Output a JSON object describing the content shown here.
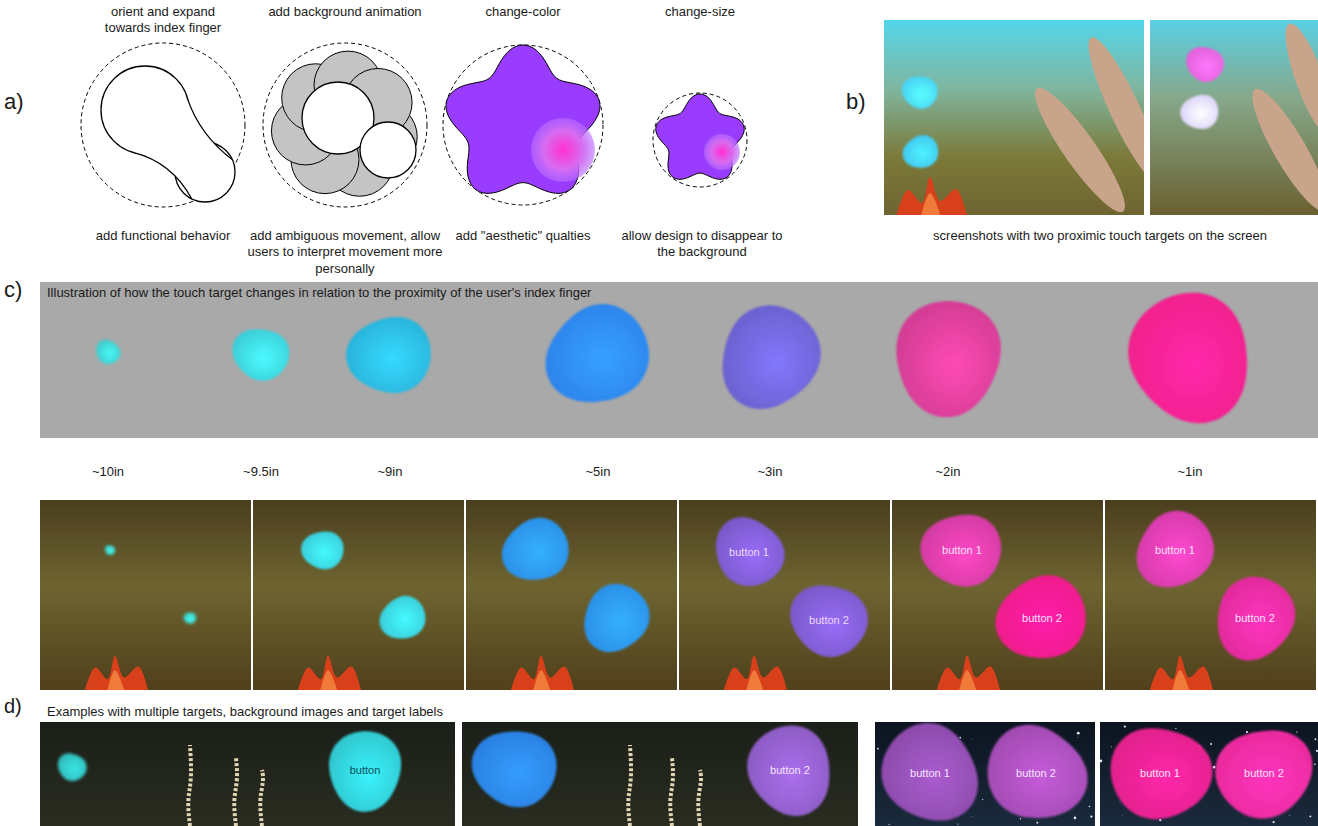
{
  "diagram": {
    "nodes": [
      {
        "text": [
          "button 1"
        ]
      },
      {
        "text": [
          "button 2"
        ]
      },
      {
        "text": [
          "button 1"
        ]
      },
      {
        "text": [
          "button 2"
        ]
      },
      {
        "text": [
          "button 1"
        ]
      },
      {
        "text": [
          "button 2"
        ]
      },
      {
        "text": [
          "button"
        ]
      },
      {
        "text": [
          "button 2"
        ]
      },
      {
        "text": [
          "button 1"
        ]
      },
      {
        "text": [
          "button 2"
        ]
      },
      {
        "text": [
          "button 1"
        ]
      },
      {
        "text": [
          "button 2"
        ]
      }
    ],
    "labels": [
      "a)",
      "orient and expand towards index finger",
      "add background animation",
      "change-color",
      "change-size",
      "b)",
      "add functional behavior",
      "add ambiguous movement, allow users to interpret movement more personally",
      "add \"aesthetic\" qualties",
      "allow design to disappear to the background",
      "screenshots with two proximic touch targets on the screen",
      "c)",
      "Illustration of how the touch target changes in relation to the proximity of the user's index finger",
      "~10in",
      "~9.5in",
      "~9in",
      "~5in",
      "~3in",
      "~2in",
      "~1in",
      "d)",
      "Examples with multiple targets, background images and target labels"
    ]
  }
}
